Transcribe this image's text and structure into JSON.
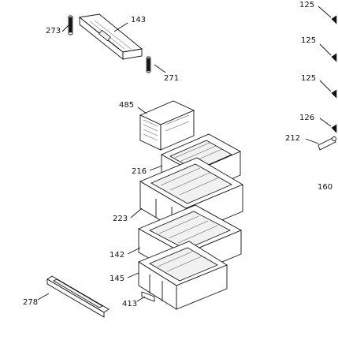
{
  "diagram": {
    "labels": [
      {
        "id": "l143",
        "text": "143"
      },
      {
        "id": "l273",
        "text": "273"
      },
      {
        "id": "l271",
        "text": "271"
      },
      {
        "id": "l485",
        "text": "485"
      },
      {
        "id": "l216",
        "text": "216"
      },
      {
        "id": "l223",
        "text": "223"
      },
      {
        "id": "l142",
        "text": "142"
      },
      {
        "id": "l145",
        "text": "145"
      },
      {
        "id": "l278",
        "text": "278"
      },
      {
        "id": "l413",
        "text": "413"
      },
      {
        "id": "l125a",
        "text": "125"
      },
      {
        "id": "l125b",
        "text": "125"
      },
      {
        "id": "l125c",
        "text": "125"
      },
      {
        "id": "l126",
        "text": "126"
      },
      {
        "id": "l212",
        "text": "212"
      },
      {
        "id": "l160",
        "text": "160"
      }
    ]
  }
}
